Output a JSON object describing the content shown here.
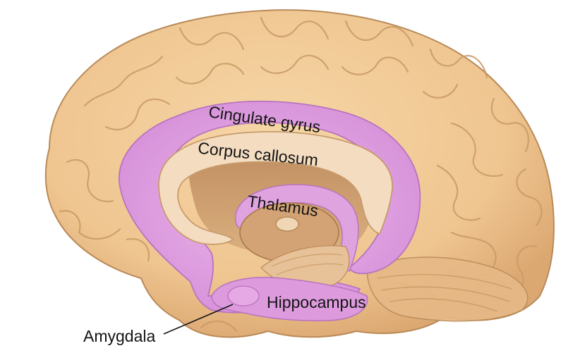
{
  "labels": {
    "cingulate_gyrus": "Cingulate gyrus",
    "corpus_callosum": "Corpus callosum",
    "thalamus": "Thalamus",
    "hippocampus": "Hippocampus",
    "amygdala": "Amygdala"
  },
  "colors": {
    "cortex": "#efc590",
    "cortex_edge": "#b98a58",
    "limbic": "#df9ee0",
    "limbic_edge": "#b874bf",
    "callosum": "#f4dcc0",
    "diencephalon": "#c99866",
    "cerebellum": "#e6b986"
  }
}
